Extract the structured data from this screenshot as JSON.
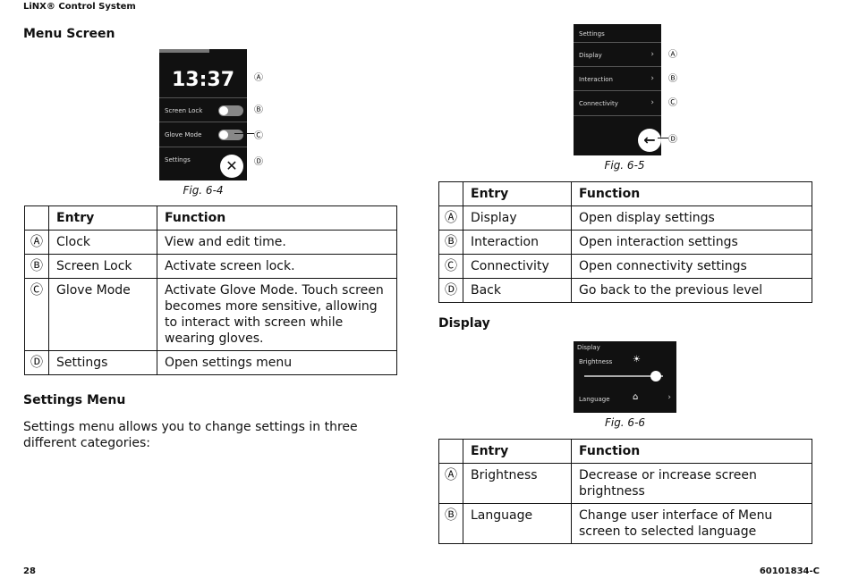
{
  "header": {
    "title": "LiNX® Control System"
  },
  "left": {
    "menu_heading": "Menu Screen",
    "fig_menu": {
      "clock": "13:37",
      "rows": [
        "Screen Lock",
        "Glove Mode",
        "Settings"
      ],
      "caption": "Fig. 6-4"
    },
    "table1": {
      "headers": [
        "Entry",
        "Function"
      ],
      "rows": [
        {
          "mark": "Ⓐ",
          "entry": "Clock",
          "function": "View and edit time."
        },
        {
          "mark": "Ⓑ",
          "entry": "Screen Lock",
          "function": "Activate screen lock."
        },
        {
          "mark": "Ⓒ",
          "entry": "Glove Mode",
          "function": "Activate Glove Mode. Touch screen becomes more sensitive, allowing to interact with screen while wearing gloves."
        },
        {
          "mark": "Ⓓ",
          "entry": "Settings",
          "function": "Open settings menu"
        }
      ]
    },
    "settings_heading": "Settings Menu",
    "settings_text": "Settings menu allows you to change settings in three different categories:"
  },
  "right": {
    "fig_settings": {
      "title": "Settings",
      "rows": [
        "Display",
        "Interaction",
        "Connectivity"
      ],
      "caption": "Fig. 6-5"
    },
    "table2": {
      "headers": [
        "Entry",
        "Function"
      ],
      "rows": [
        {
          "mark": "Ⓐ",
          "entry": "Display",
          "function": "Open display settings"
        },
        {
          "mark": "Ⓑ",
          "entry": "Interaction",
          "function": "Open interaction settings"
        },
        {
          "mark": "Ⓒ",
          "entry": "Connectivity",
          "function": "Open connectivity settings"
        },
        {
          "mark": "Ⓓ",
          "entry": "Back",
          "function": "Go back to the previous level"
        }
      ]
    },
    "display_heading": "Display",
    "fig_display": {
      "title": "Display",
      "rows": [
        "Brightness",
        "Language"
      ],
      "caption": "Fig. 6-6"
    },
    "table3": {
      "headers": [
        "Entry",
        "Function"
      ],
      "rows": [
        {
          "mark": "Ⓐ",
          "entry": "Brightness",
          "function": "Decrease or increase screen brightness"
        },
        {
          "mark": "Ⓑ",
          "entry": "Language",
          "function": "Change user interface of Menu screen to selected language"
        }
      ]
    }
  },
  "footer": {
    "page": "28",
    "doc_number": "60101834-C"
  }
}
